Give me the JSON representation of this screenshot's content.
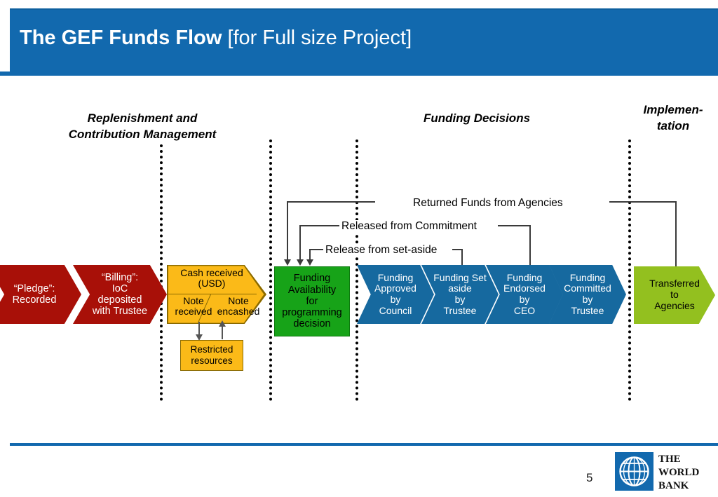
{
  "slide": {
    "title_main": "The GEF Funds Flow ",
    "title_sub": "[for Full size Project]",
    "page_number": "5",
    "accent_color": "#1269AE"
  },
  "sections": {
    "replenishment": "Replenishment and\nContribution Management",
    "funding_decisions": "Funding Decisions",
    "implementation": "Implemen-\ntation"
  },
  "stages": {
    "pledge": "“Pledge”:\nRecorded",
    "billing": "“Billing”:\nIoC\ndeposited\nwith Trustee",
    "cash_received": "Cash received\n(USD)",
    "note_received": "Note\nreceived",
    "note_encashed": "Note\nencashed",
    "restricted_resources": "Restricted\nresources",
    "funding_availability": "Funding\nAvailability\nfor\nprogramming\ndecision",
    "funding_approved": "Funding\nApproved\nby\nCouncil",
    "funding_set_aside": "Funding Set\naside\nby\nTrustee",
    "funding_endorsed": "Funding\nEndorsed\nby\nCEO",
    "funding_committed": "Funding\nCommitted\nby\nTrustee",
    "transferred": "Transferred\nto\nAgencies"
  },
  "connectors": {
    "returned_funds": "Returned Funds from Agencies",
    "released_commitment": "Released from Commitment",
    "release_set_aside": "Release from set-aside"
  },
  "colors": {
    "red": "#A81008",
    "orange": "#FBBA18",
    "green": "#17A318",
    "blue": "#16699F",
    "light_green": "#93C01F"
  },
  "logo": {
    "line1": "THE",
    "line2": "WORLD",
    "line3": "BANK",
    "icon": "globe-icon"
  }
}
